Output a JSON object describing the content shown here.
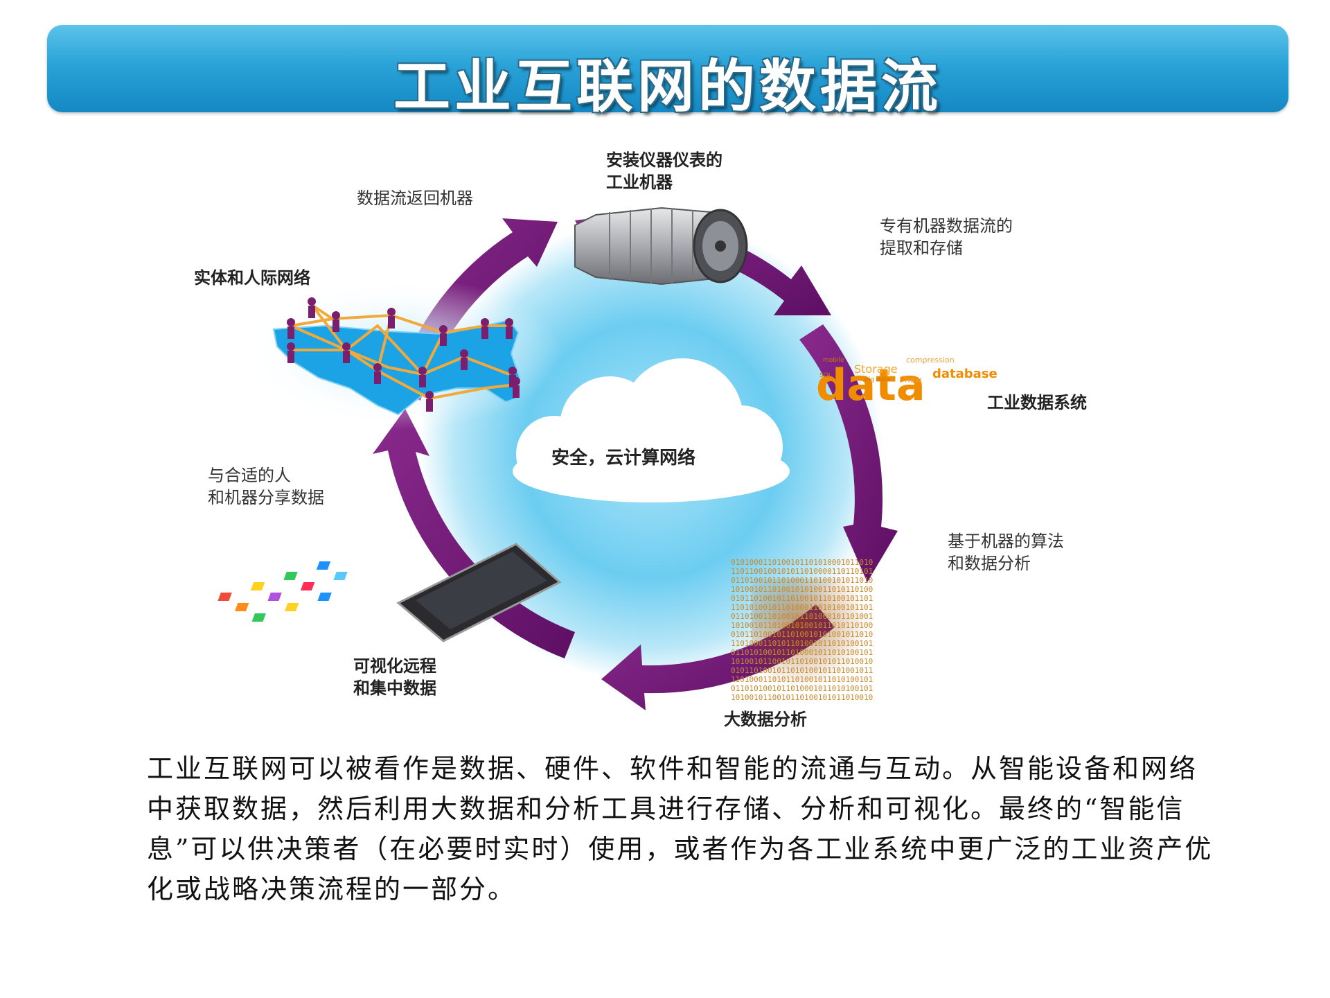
{
  "title": "工业互联网的数据流",
  "diagram": {
    "cloud_label": "安全，云计算网络",
    "labels": {
      "instrumented": "安装仪器仪表的\n工业机器",
      "extraction": "专有机器数据流的\n提取和存储",
      "data_system": "工业数据系统",
      "algorithms": "基于机器的算法\n和数据分析",
      "big_data": "大数据分析",
      "visualization": "可视化远程\n和集中数据",
      "sharing": "与合适的人\n和机器分享数据",
      "network": "实体和人际网络",
      "return_flow": "数据流返回机器"
    },
    "word_cloud": [
      "data",
      "Storage",
      "database",
      "compression",
      "big data",
      "SQL",
      "mobile",
      "new"
    ],
    "colors": {
      "arrow": "#6b1270",
      "title_bar": "#1f97d2",
      "cloud_glow": "#5ec7ef",
      "data_orange": "#f08c00"
    }
  },
  "description": "工业互联网可以被看作是数据、硬件、软件和智能的流通与互动。从智能设备和网络中获取数据，然后利用大数据和分析工具进行存储、分析和可视化。最终的“智能信息”可以供决策者（在必要时实时）使用，或者作为各工业系统中更广泛的工业资产优化或战略决策流程的一部分。"
}
